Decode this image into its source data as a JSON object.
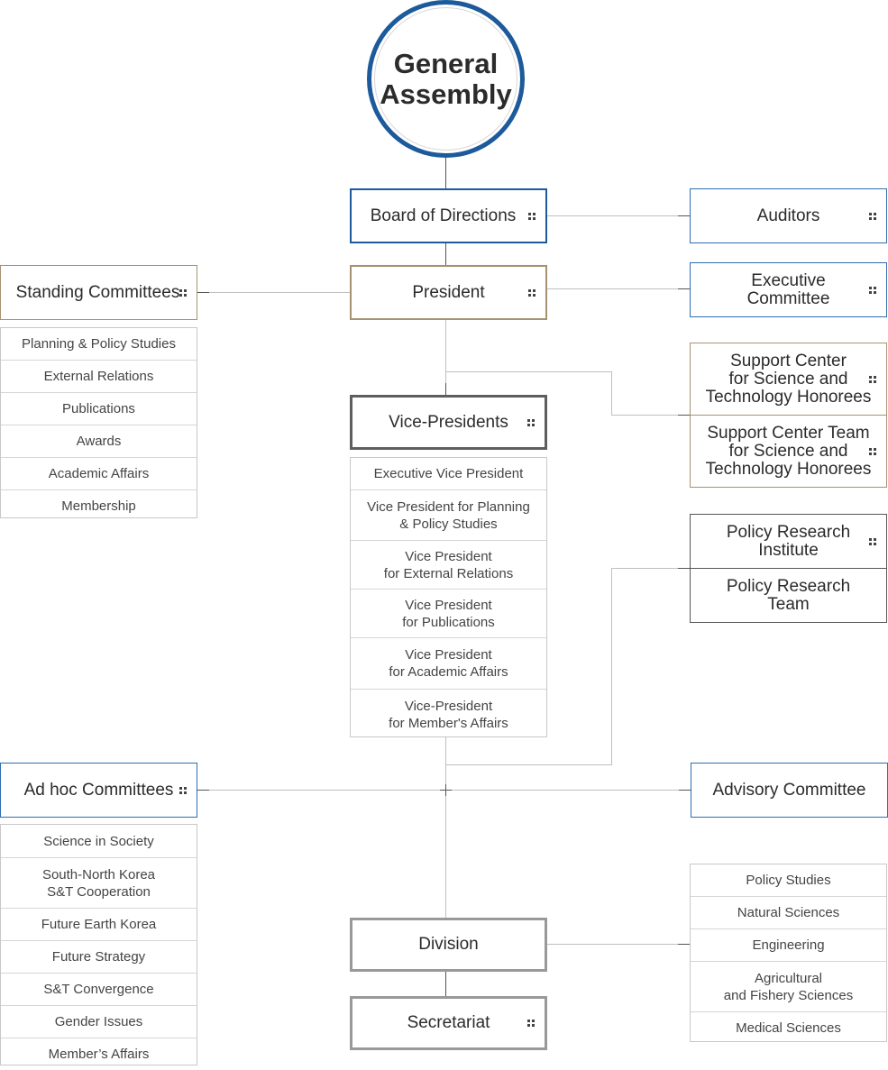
{
  "top": {
    "general_assembly": "General\nAssembly"
  },
  "center": {
    "board": "Board of Directions",
    "president": "President",
    "vice_presidents": "Vice-Presidents",
    "division": "Division",
    "secretariat": "Secretariat"
  },
  "vp_list": [
    "Executive Vice President",
    "Vice President for Planning\n& Policy Studies",
    "Vice President\nfor External Relations",
    "Vice President\nfor Publications",
    "Vice President\nfor Academic Affairs",
    "Vice-President\nfor Member's Affairs"
  ],
  "left": {
    "standing_committees": "Standing Committees",
    "standing_list": [
      "Planning & Policy Studies",
      "External Relations",
      "Publications",
      "Awards",
      "Academic Affairs",
      "Membership"
    ],
    "adhoc_committees": "Ad hoc Committees",
    "adhoc_list": [
      "Science in Society",
      "South-North Korea\nS&T Cooperation",
      "Future Earth Korea",
      "Future Strategy",
      "S&T Convergence",
      "Gender Issues",
      "Member’s Affairs"
    ]
  },
  "right": {
    "auditors": "Auditors",
    "executive_committee": "Executive\nCommittee",
    "support_center": "Support Center\nfor Science and\nTechnology Honorees",
    "support_center_team": "Support Center Team\nfor Science and\nTechnology Honorees",
    "policy_research_institute": "Policy Research\nInstitute",
    "policy_research_team": "Policy Research\nTeam",
    "advisory_committee": "Advisory Committee",
    "division_list": [
      "Policy Studies",
      "Natural Sciences",
      "Engineering",
      "Agricultural\nand Fishery Sciences",
      "Medical Sciences"
    ]
  },
  "colors": {
    "blue": "#1c5a9c",
    "gold": "#a69270",
    "dark_gray": "#5e5e5e",
    "gray": "#999999"
  },
  "icons": {
    "more": "more-grid-icon"
  }
}
